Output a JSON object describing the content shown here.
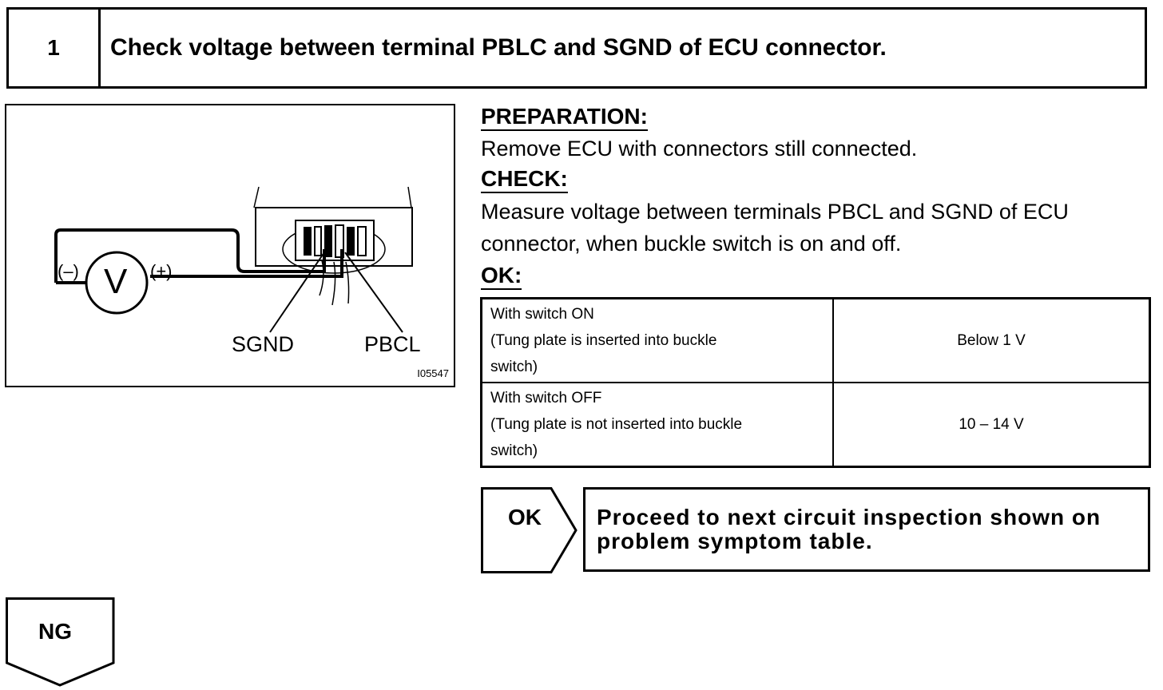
{
  "step": {
    "number": "1",
    "title": "Check voltage between terminal PBLC and SGND of ECU connector."
  },
  "figure": {
    "meter_symbol": "V",
    "minus_label": "(–)",
    "plus_label": "(+)",
    "sgnd_label": "SGND",
    "pbcl_label": "PBCL",
    "ref_code": "I05547"
  },
  "preparation": {
    "heading": "PREPARATION:",
    "text": "Remove ECU with connectors still connected."
  },
  "check": {
    "heading": "CHECK:",
    "line1": "Measure voltage between terminals PBCL and SGND of ECU",
    "line2": "connector, when buckle switch is on and off."
  },
  "ok": {
    "heading": "OK:",
    "rows": [
      {
        "cond_line1": "With switch ON",
        "cond_line2": "(Tung plate is inserted into buckle",
        "cond_line3": "switch)",
        "value": "Below 1 V"
      },
      {
        "cond_line1": "With switch OFF",
        "cond_line2": "(Tung plate is not inserted into buckle",
        "cond_line3": "switch)",
        "value": "10 – 14 V"
      }
    ]
  },
  "ok_result": {
    "label": "OK",
    "action_line1": "Proceed to next circuit inspection shown on",
    "action_line2": "problem symptom table."
  },
  "ng_result": {
    "label": "NG"
  }
}
